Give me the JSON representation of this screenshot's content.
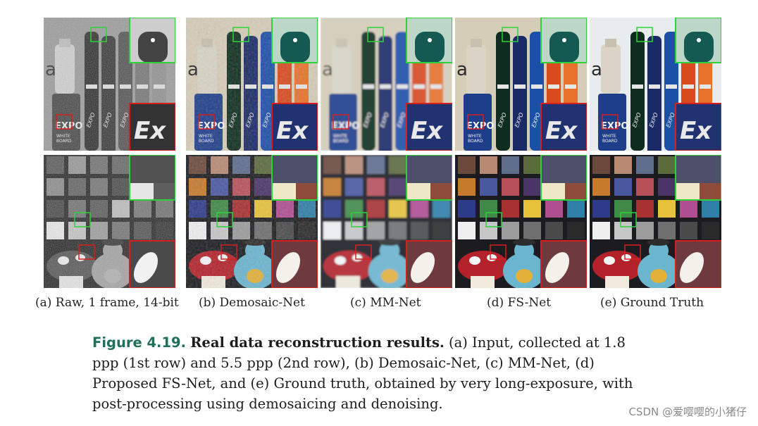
{
  "figure": {
    "columns": [
      {
        "id": "raw",
        "label": "(a) Raw, 1 frame, 14-bit",
        "mode": "raw"
      },
      {
        "id": "demosaic-net",
        "label": "(b) Demosaic-Net",
        "mode": "noisy"
      },
      {
        "id": "mm-net",
        "label": "(c) MM-Net",
        "mode": "smooth"
      },
      {
        "id": "fs-net",
        "label": "(d) FS-Net",
        "mode": "clean"
      },
      {
        "id": "ground-truth",
        "label": "(e) Ground Truth",
        "mode": "truth"
      }
    ],
    "rows": [
      {
        "id": "markers",
        "scene": "expo-markers"
      },
      {
        "id": "colorchecker",
        "scene": "color-checker"
      }
    ],
    "scene_text": {
      "brand": "EXPO",
      "sub_line1": "WHITE",
      "sub_line2": "BOARD",
      "inset_text": "Ex",
      "side_letter": "a"
    },
    "colors": {
      "zoom_green": "#2fd13a",
      "zoom_red": "#d41f1f"
    }
  },
  "caption": {
    "label": "Figure 4.19.",
    "title": "Real data reconstruction results.",
    "body": "(a) Input, collected at 1.8 ppp (1st row) and 5.5 ppp (2nd row), (b) Demosaic-Net, (c) MM-Net, (d) Proposed FS-Net, and (e) Ground truth, obtained by very long-exposure, with post-processing using demosaicing and denoising."
  },
  "watermark": "CSDN @爱嘤嘤的小猪仔"
}
